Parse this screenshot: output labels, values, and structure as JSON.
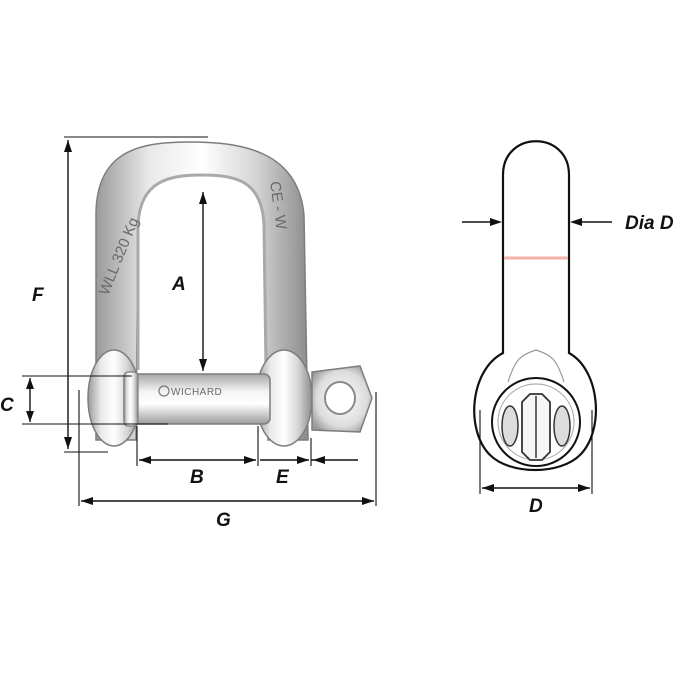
{
  "labels": {
    "A": "A",
    "B": "B",
    "C": "C",
    "D": "D",
    "E": "E",
    "F": "F",
    "G": "G",
    "dia_d": "Dia D"
  },
  "engraving": {
    "wll": "WLL 320 Kg",
    "ce": "CE - W",
    "pin_brand": "WICHARD"
  },
  "colors": {
    "line": "#111111",
    "steel_light": "#f2f2f2",
    "steel_mid": "#c9c9c9",
    "steel_dark": "#8f8f8f",
    "outline_marker": "#f3b3a8"
  },
  "icons": {
    "brand_logo": "wichard-logo-icon"
  }
}
